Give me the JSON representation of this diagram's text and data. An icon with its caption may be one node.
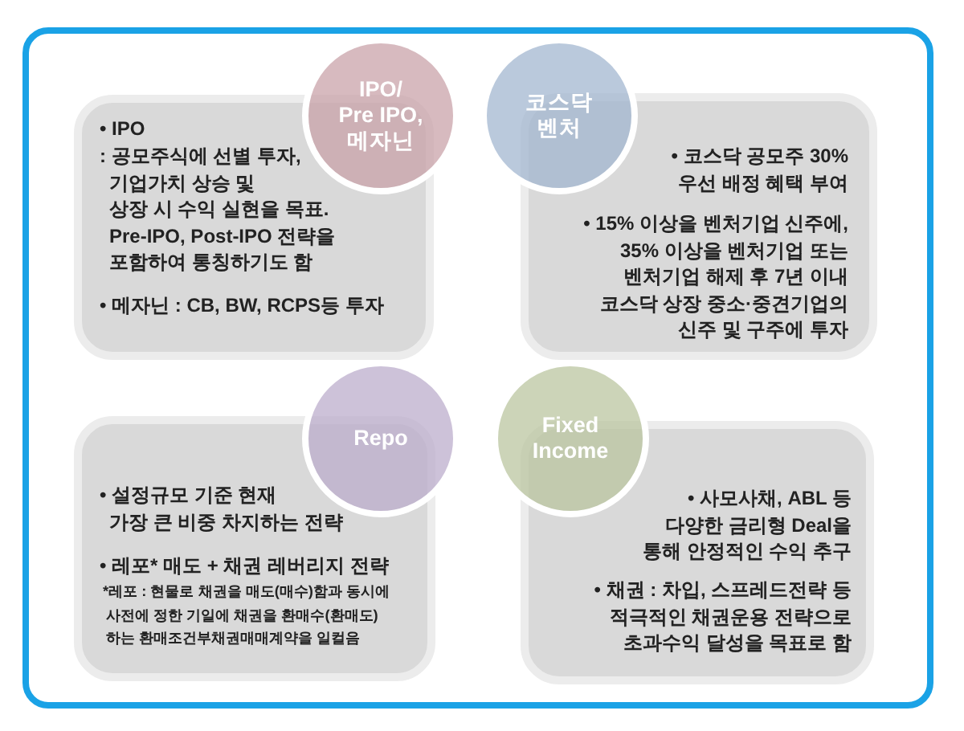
{
  "diagram": {
    "nodes": [
      {
        "text": [
          "IPO/ Pre IPO, 메자닌"
        ]
      },
      {
        "text": [
          "• IPO",
          ": 공모주식에 선별 투자, 기업가치 상승 및 상장 시 수익 실현을 목표. Pre-IPO, Post-IPO 전략을 포함하여 통칭하기도 함",
          "• 메자닌 : CB, BW, RCPS등 투자"
        ]
      },
      {
        "text": [
          "코스닥 벤처"
        ]
      },
      {
        "text": [
          "• 코스닥 공모주 30% 우선 배정 혜택 부여",
          "• 15% 이상을 벤처기업 신주에, 35% 이상을 벤처기업 또는 벤처기업 해제 후 7년 이내 코스닥 상장 중소·중견기업의 신주 및 구주에 투자"
        ]
      },
      {
        "text": [
          "Repo"
        ]
      },
      {
        "text": [
          "• 설정규모 기준 현재 가장 큰 비중 차지하는 전략",
          "• 레포* 매도 + 채권 레버리지 전략",
          "*레포 : 현물로 채권을 매도(매수)함과 동시에 사전에 정한 기일에 채권을 환매수(환매도) 하는 환매조건부채권매매계약을 일컬음"
        ]
      },
      {
        "text": [
          "Fixed Income"
        ]
      },
      {
        "text": [
          "• 사모사채, ABL 등 다양한 금리형 Deal을 통해 안정적인 수익 추구",
          "• 채권 : 차입, 스프레드전략 등 적극적인 채권운용 전략으로 초과수익 달성을 목표로 함"
        ]
      }
    ]
  }
}
